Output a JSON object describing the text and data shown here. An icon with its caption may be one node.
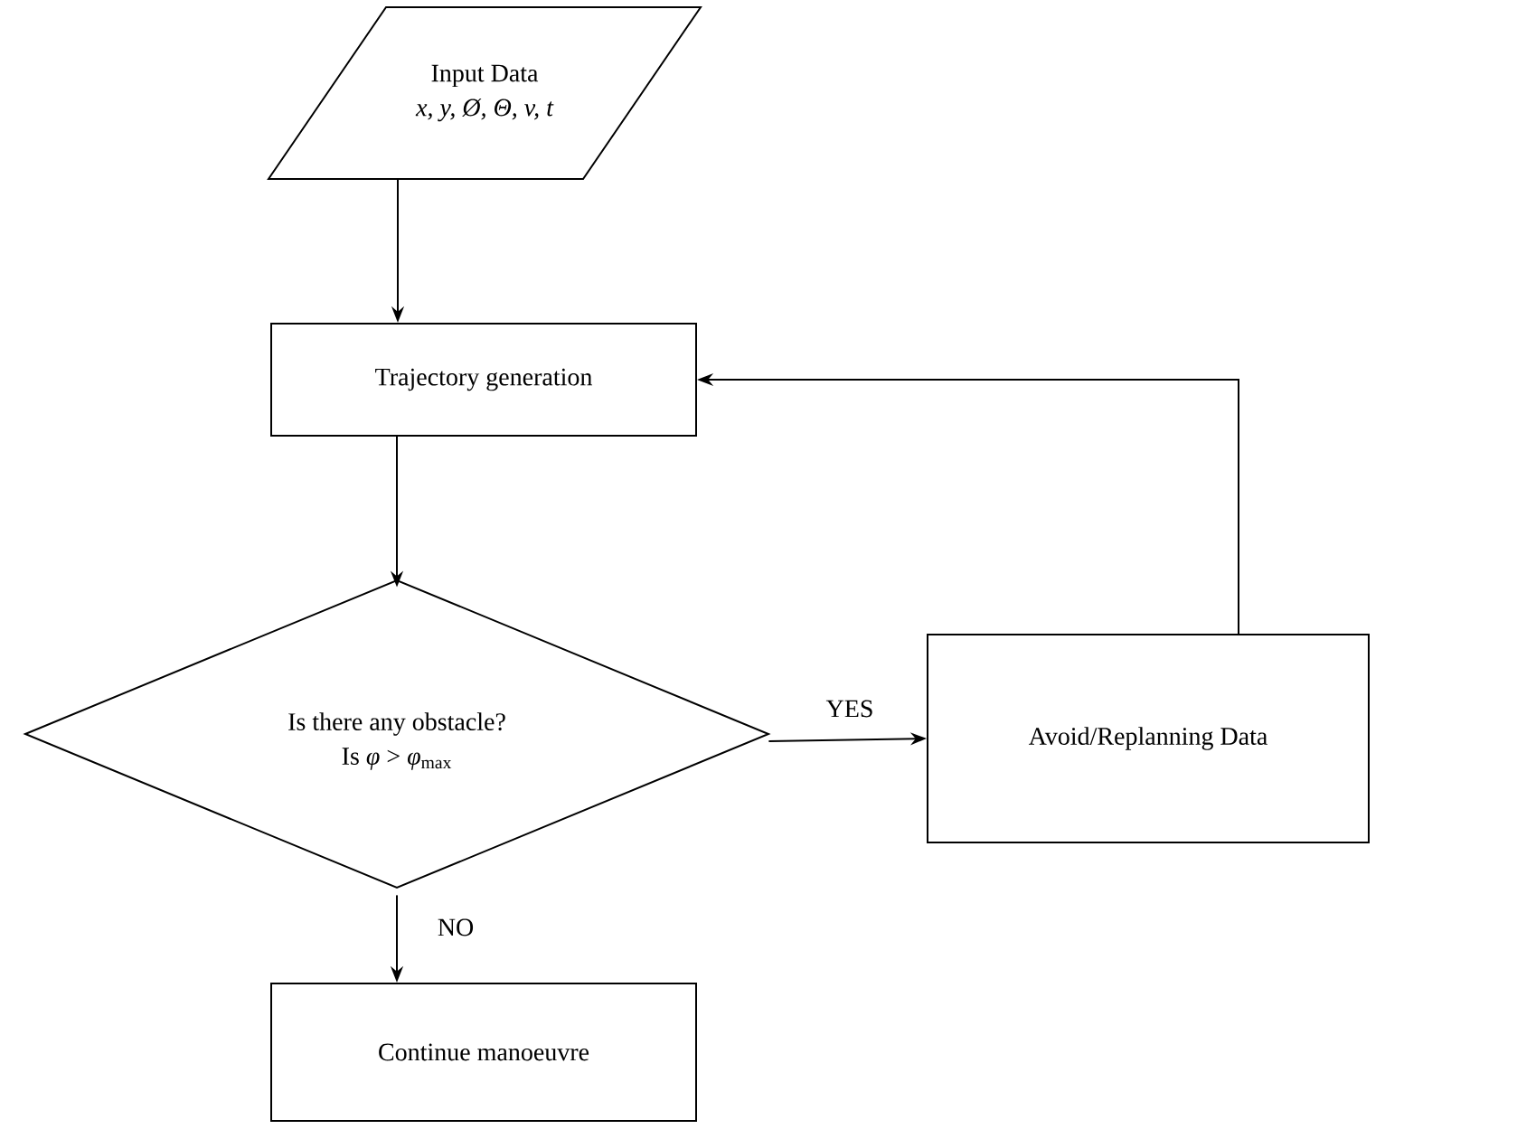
{
  "diagram": {
    "nodes": [
      {
        "text": [
          "Input Data",
          "x, y, Ø, Θ, v, t"
        ]
      },
      {
        "text": [
          "Trajectory generation"
        ]
      },
      {
        "text": [
          "Is there any obstacle?",
          "Is *φ* > *φ*$_{max}$"
        ]
      },
      {
        "text": [
          "Avoid/Replanning Data"
        ]
      },
      {
        "text": [
          "Continue manoeuvre"
        ]
      }
    ],
    "edges": [
      {
        "from": 0,
        "to": 1,
        "arrow": "to"
      },
      {
        "from": 1,
        "to": 2,
        "arrow": "to"
      },
      {
        "from": 2,
        "to": 3,
        "arrow": "to",
        "label": "YES"
      },
      {
        "from": 3,
        "to": 1,
        "arrow": "to"
      },
      {
        "from": 2,
        "to": 4,
        "arrow": "to",
        "label": "NO"
      }
    ]
  }
}
